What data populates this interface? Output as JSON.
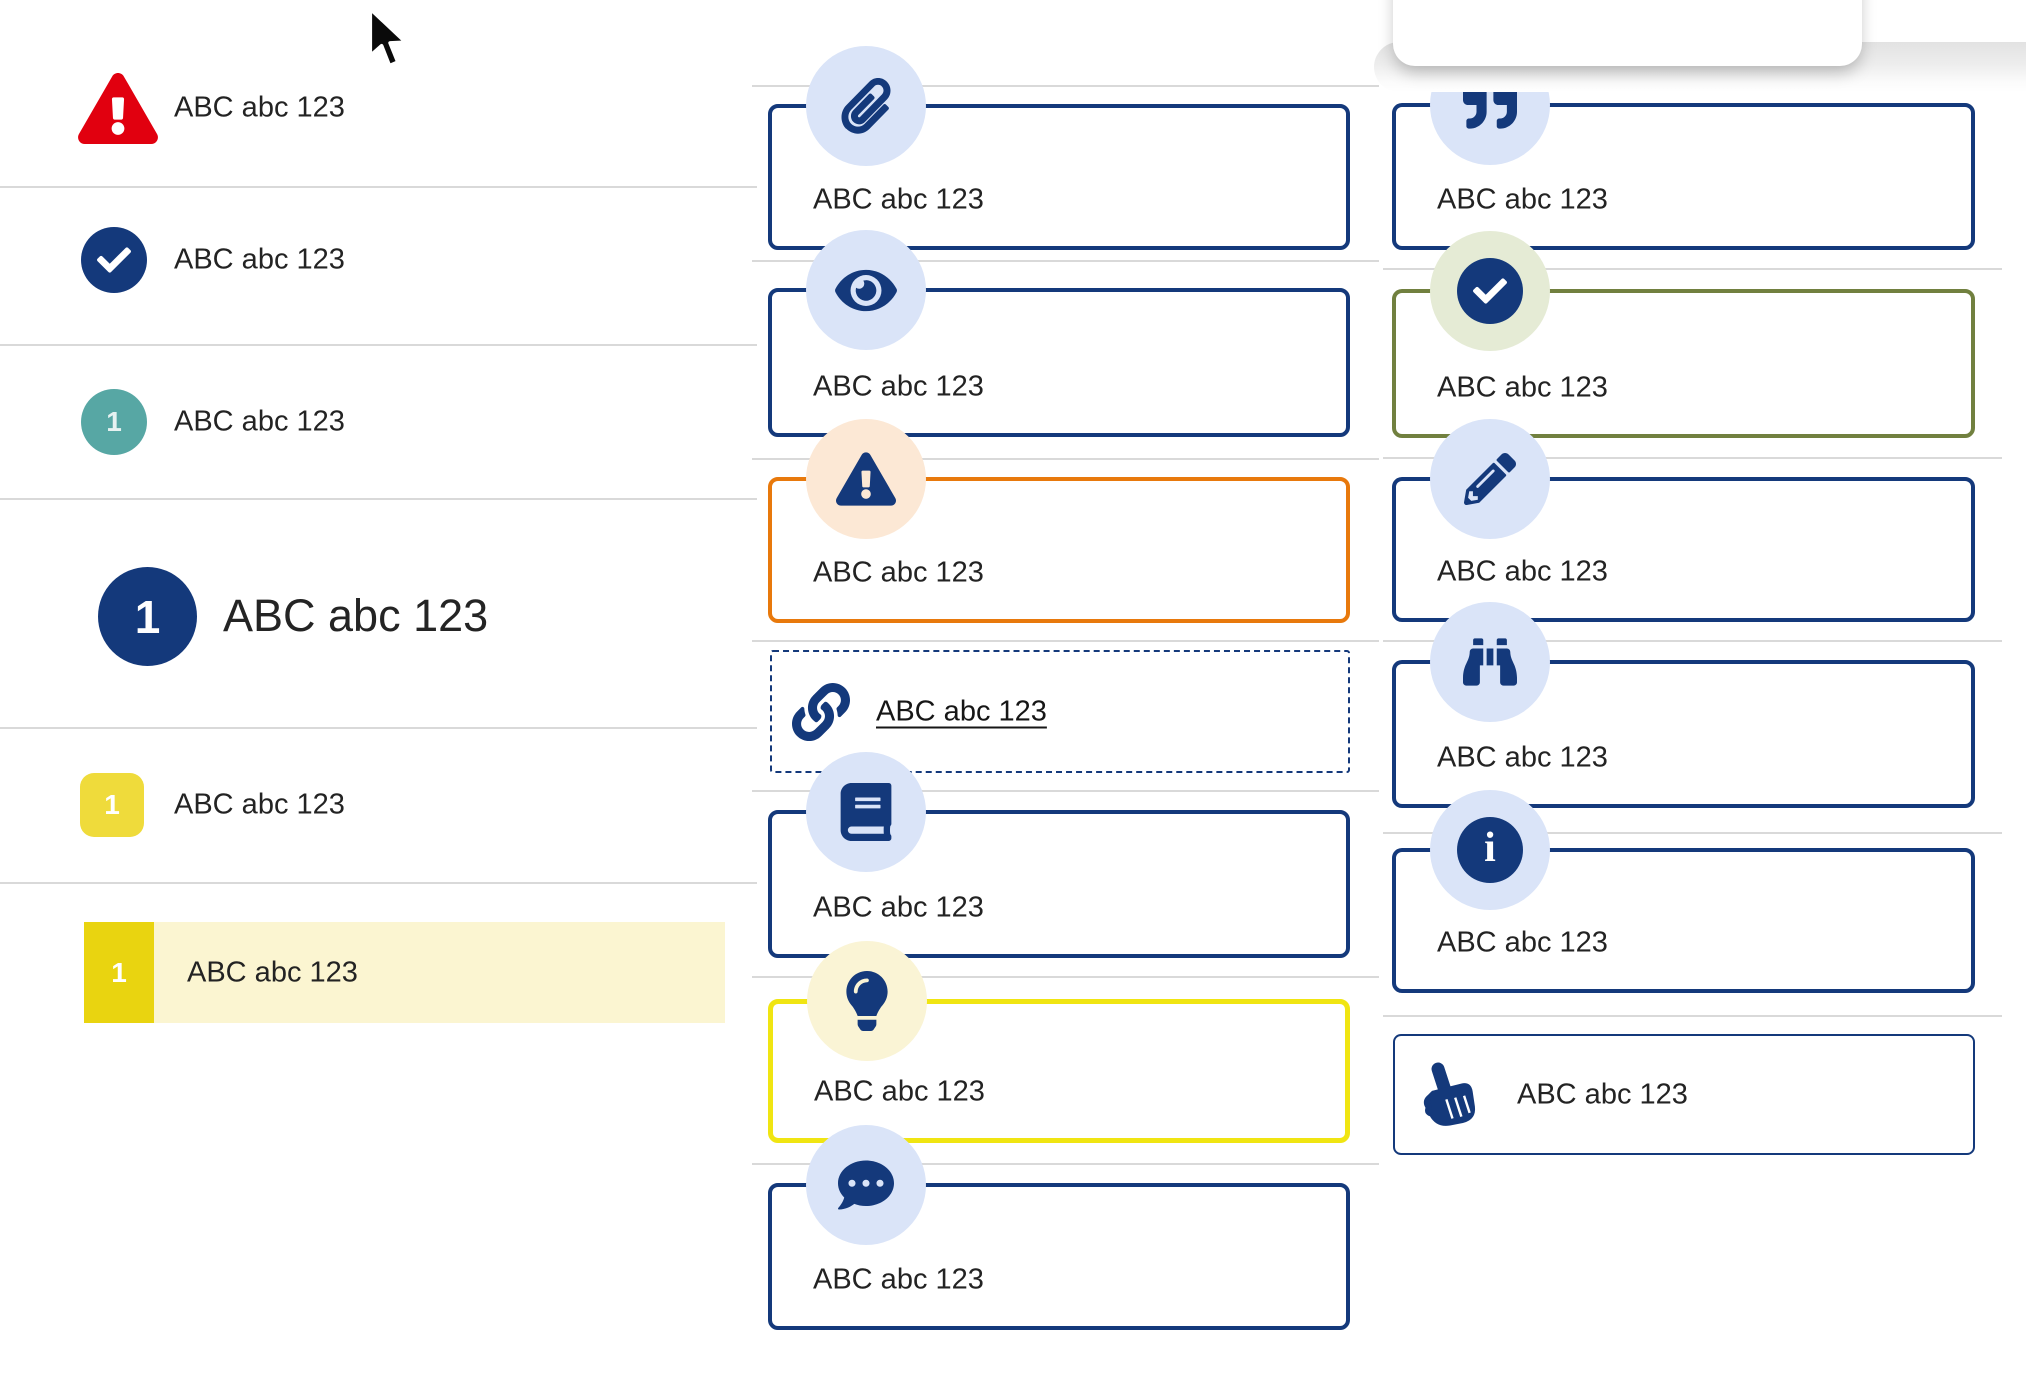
{
  "left": {
    "items": [
      {
        "label": "ABC abc 123",
        "icon": "warning-triangle-icon",
        "variant": "red"
      },
      {
        "label": "ABC abc 123",
        "icon": "check-circle-icon",
        "variant": "navy"
      },
      {
        "label": "ABC abc 123",
        "badge": "1",
        "variant": "teal"
      },
      {
        "label": "ABC abc 123",
        "badge": "1",
        "variant": "navy-large"
      },
      {
        "label": "ABC abc 123",
        "badge": "1",
        "variant": "yellow-square"
      },
      {
        "label": "ABC abc 123",
        "badge": "1",
        "variant": "yellow-highlight-row"
      }
    ]
  },
  "middle": {
    "items": [
      {
        "label": "ABC abc 123",
        "icon": "paperclip-icon",
        "variant": "navy"
      },
      {
        "label": "ABC abc 123",
        "icon": "eye-icon",
        "variant": "navy"
      },
      {
        "label": "ABC abc 123",
        "icon": "warning-triangle-icon",
        "variant": "orange"
      },
      {
        "label": "ABC abc 123",
        "icon": "link-icon",
        "variant": "dashed-link"
      },
      {
        "label": "ABC abc 123",
        "icon": "book-icon",
        "variant": "navy"
      },
      {
        "label": "ABC abc 123",
        "icon": "lightbulb-icon",
        "variant": "yellow"
      },
      {
        "label": "ABC abc 123",
        "icon": "chat-dots-icon",
        "variant": "navy"
      }
    ]
  },
  "right": {
    "items": [
      {
        "label": "ABC abc 123",
        "icon": "quote-icon",
        "variant": "navy"
      },
      {
        "label": "ABC abc 123",
        "icon": "check-circle-icon",
        "variant": "green"
      },
      {
        "label": "ABC abc 123",
        "icon": "pencil-icon",
        "variant": "navy"
      },
      {
        "label": "ABC abc 123",
        "icon": "binoculars-icon",
        "variant": "navy"
      },
      {
        "label": "ABC abc 123",
        "icon": "info-circle-icon",
        "variant": "navy"
      },
      {
        "label": "ABC abc 123",
        "icon": "pointing-hand-icon",
        "variant": "navy-thin"
      }
    ]
  },
  "colors": {
    "navy": "#14397b",
    "red": "#e1000f",
    "teal": "#57a7a4",
    "orange": "#e8790c",
    "yellow_border": "#f0e512",
    "olive_green": "#71803f",
    "light_blue_circle": "#dae4f8",
    "peach_circle": "#fce8d5",
    "cream_circle": "#faf4d5",
    "light_green_circle": "#e5ebd5",
    "yellow_square": "#efdb3b",
    "yellow_square_dark": "#e9d410",
    "yellow_highlight_bg": "#fbf5d1",
    "separator": "#d9d9d9",
    "text": "#232323"
  }
}
